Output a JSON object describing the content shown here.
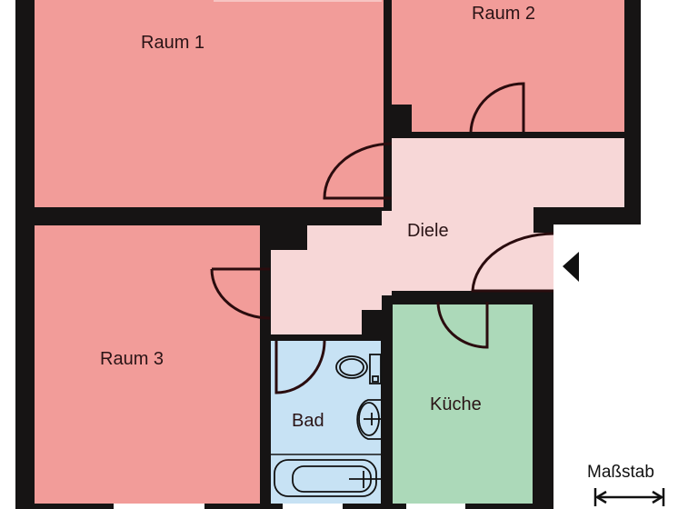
{
  "floorplan": {
    "colors": {
      "wall": "#161414",
      "bedroom": "#f29c99",
      "hall": "#f7d7d7",
      "bath": "#c7e2f4",
      "kitchen": "#acd9b9",
      "window": "#ffffff",
      "background": "#ffffff"
    },
    "rooms": [
      {
        "id": "raum1",
        "label": "Raum 1",
        "type": "bedroom"
      },
      {
        "id": "raum2",
        "label": "Raum 2",
        "type": "bedroom"
      },
      {
        "id": "raum3",
        "label": "Raum 3",
        "type": "bedroom"
      },
      {
        "id": "diele",
        "label": "Diele",
        "type": "hall"
      },
      {
        "id": "bad",
        "label": "Bad",
        "type": "bath"
      },
      {
        "id": "kueche",
        "label": "Küche",
        "type": "kitchen"
      }
    ],
    "fixtures": [
      "toilet",
      "sink",
      "bathtub"
    ],
    "entrance_marker": "entrance-arrow",
    "scale": {
      "label": "Maßstab"
    }
  }
}
